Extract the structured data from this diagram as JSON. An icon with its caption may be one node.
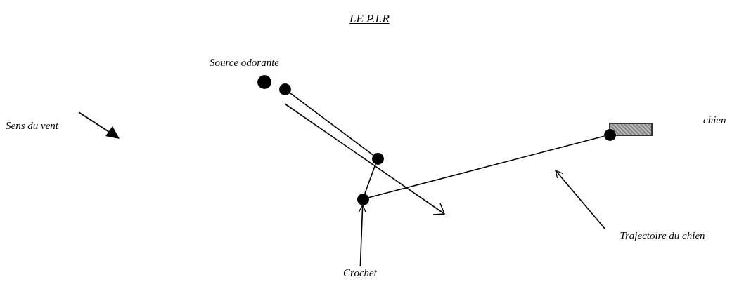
{
  "diagram": {
    "title": "LE P.I.R",
    "nodes": [
      {
        "text": [],
        "shape": "circle"
      },
      {
        "text": [],
        "shape": "circle"
      },
      {
        "text": [],
        "shape": "circle"
      },
      {
        "text": [],
        "shape": "circle"
      },
      {
        "text": [],
        "shape": "circle"
      },
      {
        "text": [],
        "shape": "box"
      },
      {
        "text": [
          "Crochet"
        ]
      },
      {
        "text": [
          "Trajectoire du chien"
        ]
      }
    ],
    "edges": [
      {
        "from": 1,
        "to": 2,
        "arrow": "none"
      },
      {
        "from": 2,
        "to": 3,
        "arrow": "none"
      },
      {
        "from": 3,
        "to": 4,
        "arrow": "none"
      },
      {
        "from": 6,
        "to": 3,
        "arrow": "to"
      },
      {
        "from": 7,
        "to": null,
        "arrow": "to"
      }
    ],
    "labels": [
      "Source odorante",
      "Sens du vent",
      "chien"
    ]
  }
}
